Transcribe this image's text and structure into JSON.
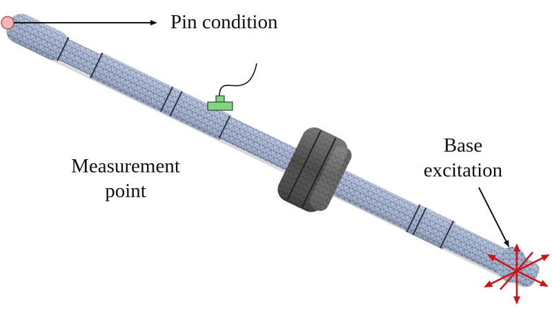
{
  "labels": {
    "pin_condition": "Pin condition",
    "measurement_line1": "Measurement",
    "measurement_line2": "point",
    "base_line1": "Base",
    "base_line2": "excitation"
  },
  "colors": {
    "shaft_mesh": "#a9b8d6",
    "mesh_lines": "#3a4458",
    "hub": "#4f4f4f",
    "sensor": "#7fd67f",
    "pin_marker": "#f4b6b6",
    "excitation_arrows": "#cc1414",
    "callout_arrows": "#111111"
  },
  "icons": {
    "pin": "pin-support-marker",
    "sensor": "accelerometer-sensor",
    "excitation": "multi-directional-excitation-arrows"
  }
}
